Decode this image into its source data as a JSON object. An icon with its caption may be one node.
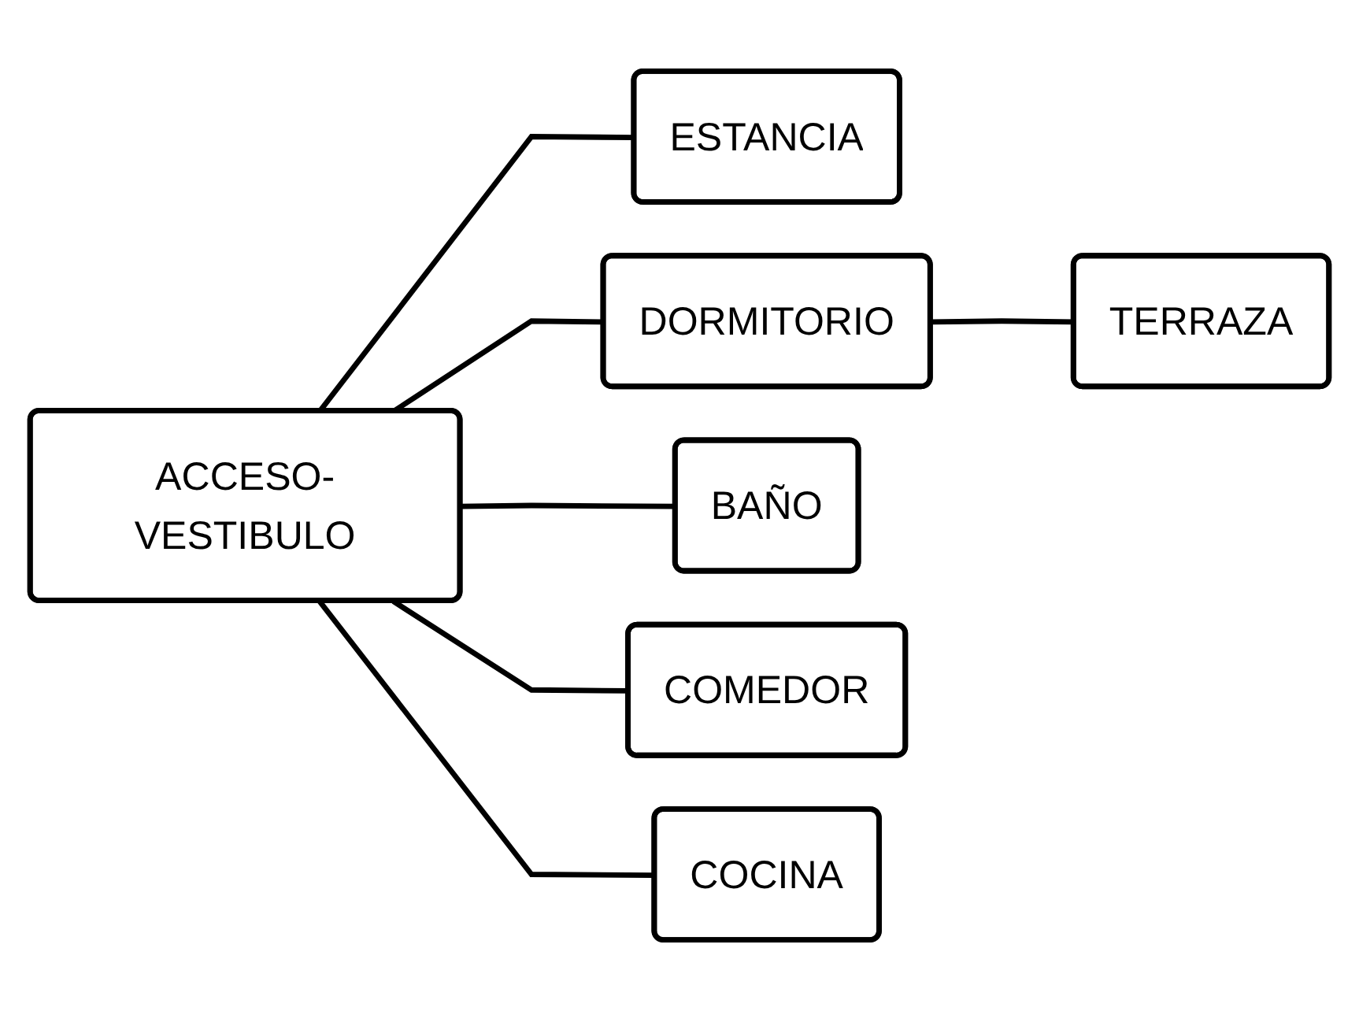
{
  "diagram": {
    "nodes": [
      {
        "text": [
          "ACCESO-VESTIBULO"
        ]
      },
      {
        "text": [
          "ESTANCIA"
        ]
      },
      {
        "text": [
          "DORMITORIO"
        ]
      },
      {
        "text": [
          "BAÑO"
        ]
      },
      {
        "text": [
          "COMEDOR"
        ]
      },
      {
        "text": [
          "COCINA"
        ]
      },
      {
        "text": [
          "TERRAZA"
        ]
      }
    ],
    "edges": [
      {
        "from": 0,
        "to": 1,
        "arrow": "none"
      },
      {
        "from": 0,
        "to": 2,
        "arrow": "none"
      },
      {
        "from": 0,
        "to": 3,
        "arrow": "none"
      },
      {
        "from": 0,
        "to": 4,
        "arrow": "none"
      },
      {
        "from": 0,
        "to": 5,
        "arrow": "none"
      },
      {
        "from": 2,
        "to": 6,
        "arrow": "none"
      }
    ]
  }
}
